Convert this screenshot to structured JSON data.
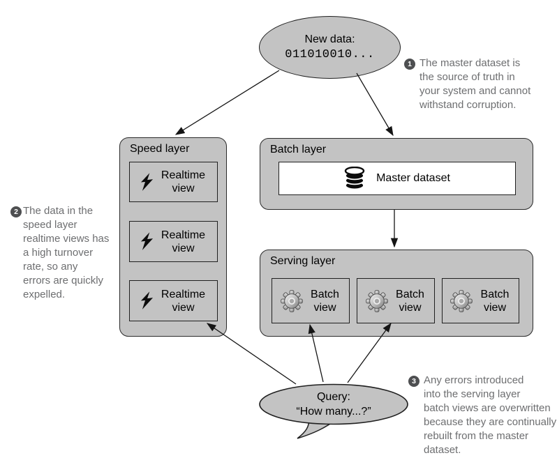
{
  "colors": {
    "shape_fill": "#c3c3c3",
    "shape_border": "#1f1f1f",
    "white_box": "#ffffff",
    "annotation_text": "#6d6e70",
    "badge_bg": "#4e4f51",
    "badge_text": "#ffffff"
  },
  "icons": {
    "realtime_view": "lightning-icon",
    "master_dataset": "database-icon",
    "batch_view": "gear-icon"
  },
  "new_data_ellipse": {
    "line1": "New data:",
    "line2": "011010010..."
  },
  "speed_layer": {
    "title": "Speed layer",
    "views": [
      {
        "label": "Realtime view"
      },
      {
        "label": "Realtime view"
      },
      {
        "label": "Realtime view"
      }
    ]
  },
  "batch_layer": {
    "title": "Batch layer",
    "master_dataset": {
      "label": "Master dataset"
    }
  },
  "serving_layer": {
    "title": "Serving layer",
    "views": [
      {
        "label": "Batch view"
      },
      {
        "label": "Batch view"
      },
      {
        "label": "Batch view"
      }
    ]
  },
  "query_bubble": {
    "line1": "Query:",
    "line2": "“How many...?”"
  },
  "annotations": [
    {
      "number": "1",
      "lines": [
        "The master dataset is",
        "the source of truth in",
        "your system and cannot",
        "withstand corruption."
      ]
    },
    {
      "number": "2",
      "lines": [
        "The data in the",
        "speed layer",
        "realtime views has",
        "a high turnover",
        "rate, so any",
        "errors are quickly",
        "expelled."
      ]
    },
    {
      "number": "3",
      "lines": [
        "Any errors introduced",
        "into the serving layer",
        "batch views are overwritten",
        "because they are continually",
        "rebuilt from the master",
        "dataset."
      ]
    }
  ]
}
